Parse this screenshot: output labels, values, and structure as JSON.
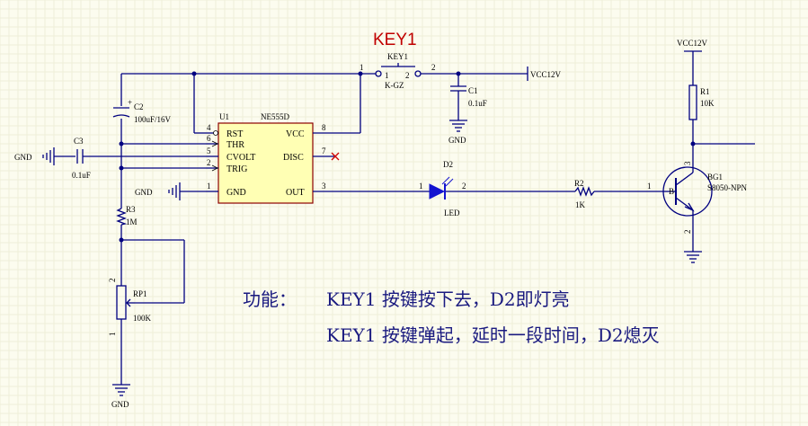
{
  "title": "KEY1",
  "chip": {
    "ref": "U1",
    "part": "NE555D",
    "pins_left": [
      {
        "num": "4",
        "name": "RST"
      },
      {
        "num": "6",
        "name": "THR"
      },
      {
        "num": "5",
        "name": "CVOLT"
      },
      {
        "num": "2",
        "name": "TRIG"
      },
      {
        "num": "1",
        "name": "GND"
      }
    ],
    "pins_right": [
      {
        "num": "8",
        "name": "VCC"
      },
      {
        "num": "7",
        "name": "DISC"
      },
      {
        "num": "3",
        "name": "OUT"
      }
    ]
  },
  "key": {
    "ref": "KEY1",
    "part": "K-GZ",
    "pin1": "1",
    "pin2": "2"
  },
  "c1": {
    "ref": "C1",
    "value": "0.1uF"
  },
  "c2": {
    "ref": "C2",
    "value": "100uF/16V",
    "plus": "+"
  },
  "c3": {
    "ref": "C3",
    "value": "0.1uF"
  },
  "r1": {
    "ref": "R1",
    "value": "10K"
  },
  "r2": {
    "ref": "R2",
    "value": "1K",
    "pin": "1"
  },
  "r3": {
    "ref": "R3",
    "value": "1M"
  },
  "rp1": {
    "ref": "RP1",
    "value": "100K",
    "pin_top": "2",
    "pin_bottom": "1"
  },
  "d2": {
    "ref": "D2",
    "label": "LED",
    "pin1": "1",
    "pin2": "2"
  },
  "bg1": {
    "ref": "BG1",
    "part": "S8050-NPN",
    "pin_c": "3",
    "pin_b": "1",
    "pin_e": "2",
    "b_letter": "B"
  },
  "nets": {
    "vcc": "VCC12V",
    "gnd": "GND"
  },
  "notes": {
    "line1_prefix": "功能：",
    "line1": "KEY1 按键按下去，D2即灯亮",
    "line2": "KEY1 按键弹起，延时一段时间，D2熄灭"
  },
  "colors": {
    "wire": "#000080",
    "title": "#c00000",
    "note": "#1a1a80",
    "led": "#1414d0",
    "x_mark": "#d00000",
    "sheet": "#fcfcef"
  }
}
